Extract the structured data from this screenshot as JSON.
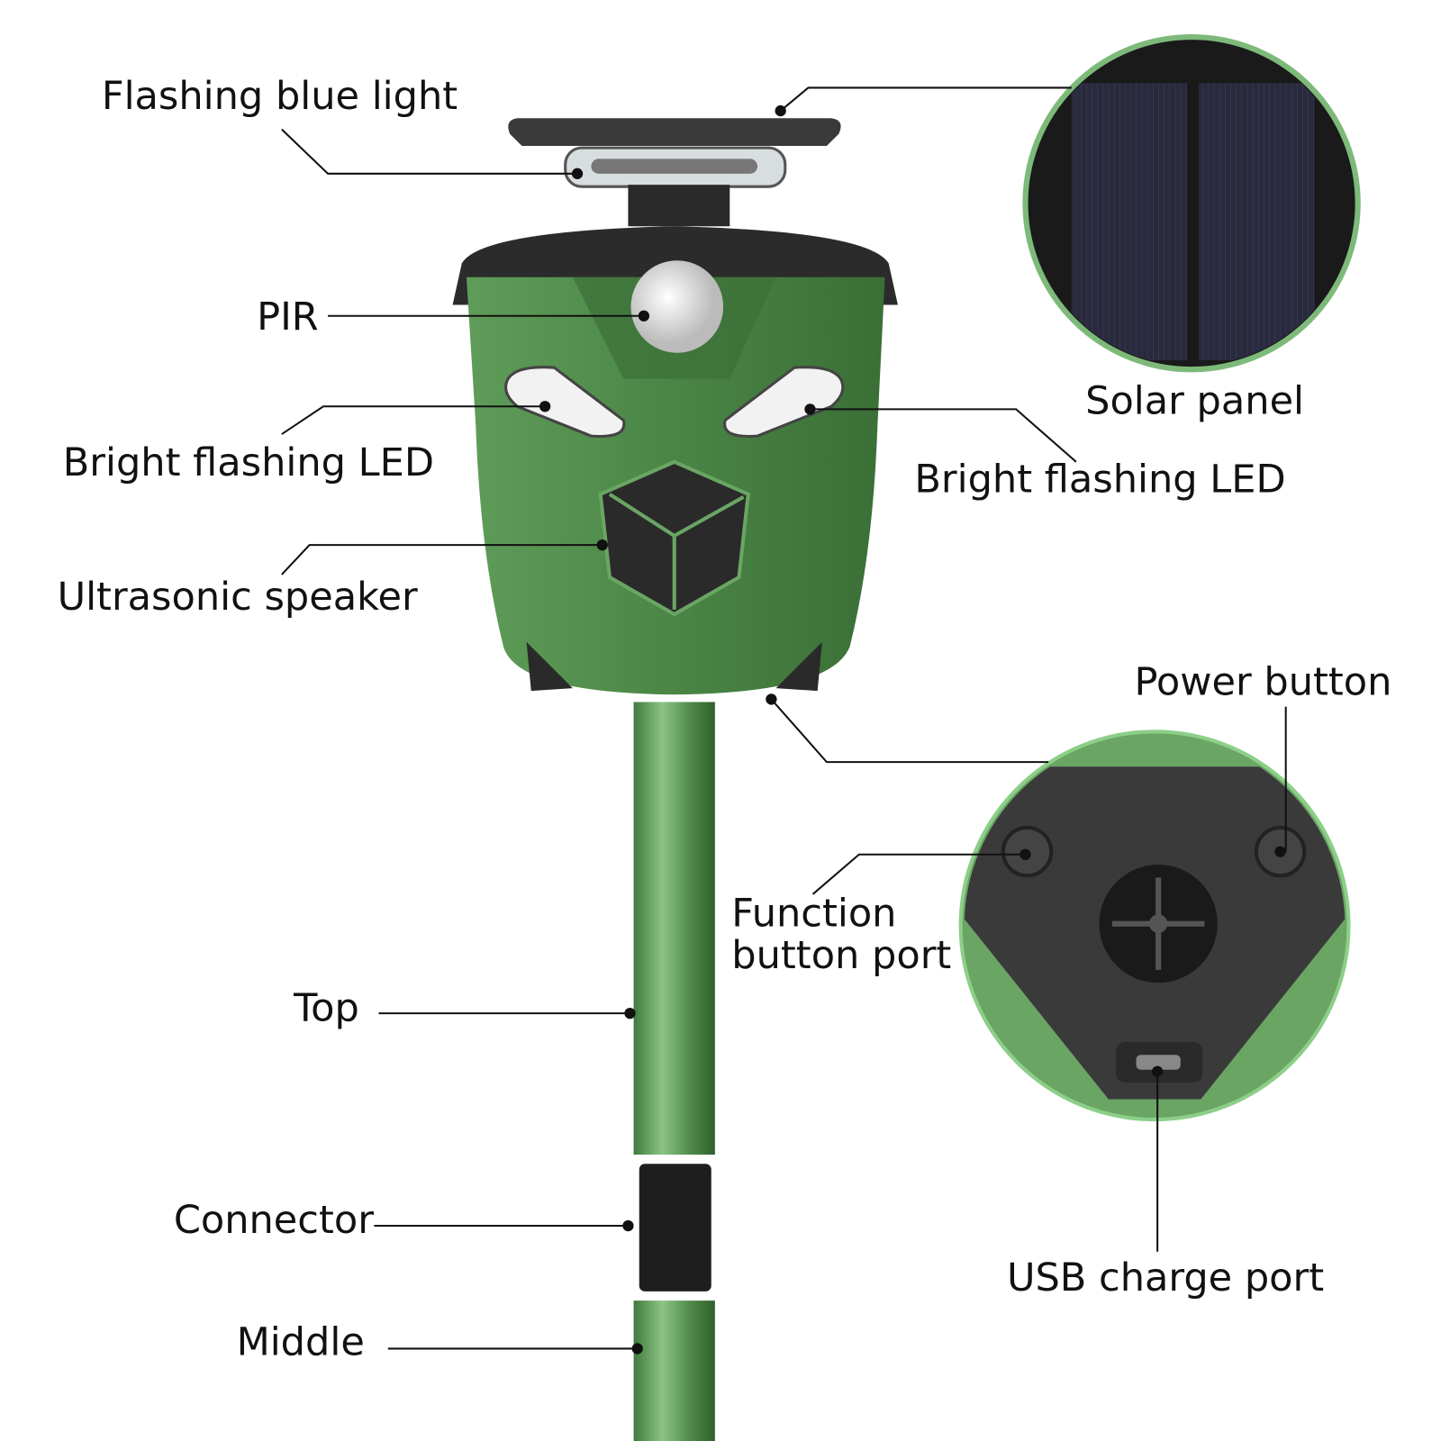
{
  "labels": {
    "flashing_blue_light": "Flashing blue light",
    "solar_panel": "Solar panel",
    "pir": "PIR",
    "bright_led_left": "Bright flashing LED",
    "bright_led_right": "Bright flashing LED",
    "ultrasonic_speaker": "Ultrasonic speaker",
    "power_button": "Power button",
    "function_button_line1": "Function",
    "function_button_line2": "button port",
    "top": "Top",
    "connector": "Connector",
    "middle": "Middle",
    "usb_charge_port": "USB charge port"
  },
  "colors": {
    "body_green": "#4f8a4a",
    "dark": "#2b2b2b",
    "ring_green": "#7dba7a"
  }
}
